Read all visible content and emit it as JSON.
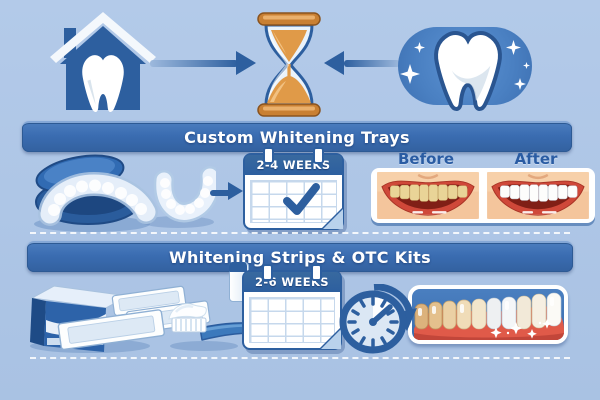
{
  "colors": {
    "background": "#aec6e6",
    "banner_blue": "#3a6cb1",
    "deep_blue": "#2d5f9f",
    "sand_orange": "#e09a48",
    "gum_red": "#e05a49",
    "before_teeth_yellow": "#e9d497",
    "after_teeth_white": "#fdfdfc"
  },
  "top_row": {
    "left_icon": "house-with-tooth-icon",
    "center_icon": "hourglass-icon",
    "right_icon": "sparkling-tooth-icon",
    "flow": [
      "arrow-right-icon",
      "arrow-left-icon"
    ]
  },
  "sections": [
    {
      "banner": "Custom Whitening Trays",
      "duration": "2-4 WEEKS",
      "before_label": "Before",
      "after_label": "After",
      "icons": [
        "whitening-trays-icon",
        "arrow-right-icon",
        "calendar-check-icon",
        "before-smile",
        "after-smile"
      ]
    },
    {
      "banner": "Whitening Strips & OTC Kits",
      "duration": "2-6 WEEKS",
      "icons": [
        "strips-box-icon",
        "toothbrush-icon",
        "whitening-pen-icon",
        "calendar-icon",
        "clock-fast-icon",
        "teeth-shade-gradient-icon"
      ]
    }
  ]
}
